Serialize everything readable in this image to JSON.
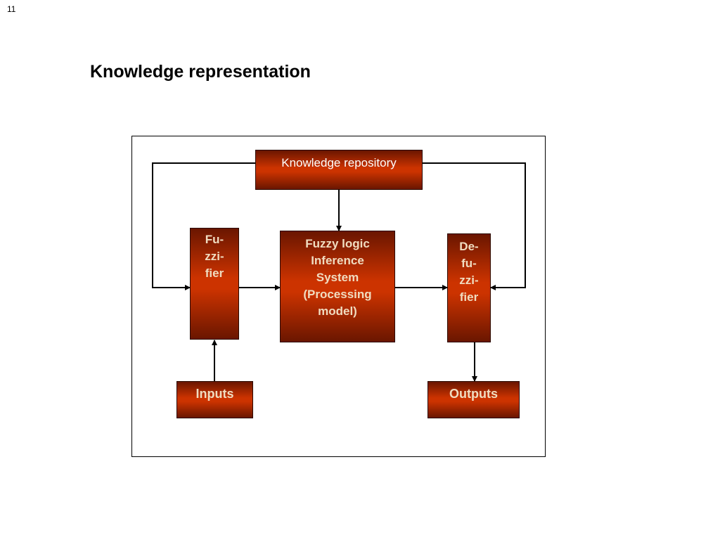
{
  "slide": {
    "number": "11",
    "title": "Knowledge representation"
  },
  "diagram": {
    "knowledge_repository": "Knowledge repository",
    "fuzzifier_lines": [
      "Fu-",
      "zzi-",
      "fier"
    ],
    "inference_lines": [
      "Fuzzy logic",
      "Inference",
      "System",
      "(Processing",
      "model)"
    ],
    "defuzzifier_lines": [
      "De-",
      "fu-",
      "zzi-",
      "fier"
    ],
    "inputs": "Inputs",
    "outputs": "Outputs"
  },
  "colors": {
    "box_fill": "#cc3300",
    "box_dark": "#6a1600",
    "bold_text": "#f0dcc0",
    "light_text": "#ffffff",
    "line": "#000000"
  }
}
